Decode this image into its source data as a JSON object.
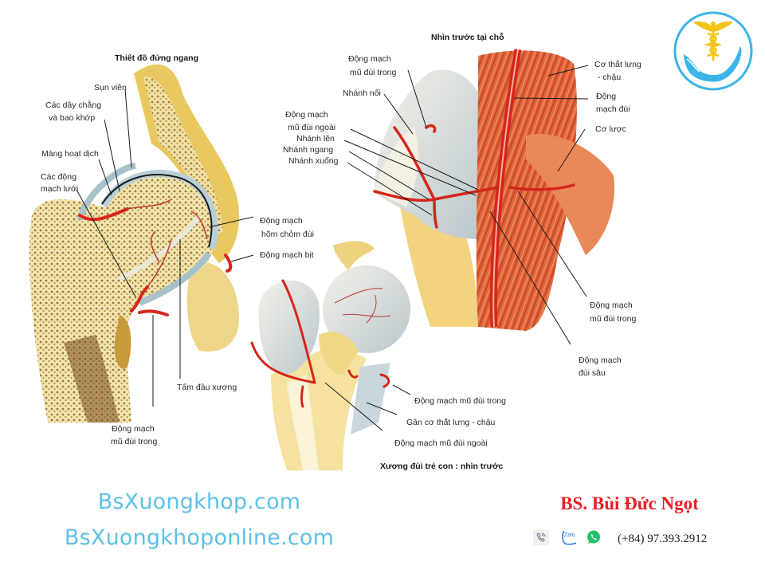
{
  "slide": {
    "background": "#ffffff",
    "logo": {
      "icon": "caduceus-hand-logo-icon",
      "ring_color": "#3bb4ea",
      "caduceus_color": "#f2c418",
      "hand_color": "#3bb4ea"
    }
  },
  "figures": {
    "coronal_section": {
      "title": "Thiết đồ đứng ngang",
      "labels": {
        "sun_vien": "Sụn viền",
        "day_chang_1": "Các dây chằng",
        "day_chang_2": "và bao khớp",
        "mang_hoat_dich": "Màng hoạt dịch",
        "dm_luoi_1": "Các động",
        "dm_luoi_2": "mạch lưới",
        "dm_hom_chom_1": "Động mạch",
        "dm_hom_chom_2": "hõm chỏm đùi",
        "dm_bit": "Động mạch bịt",
        "tam_dau_xuong": "Tấm đầu xương",
        "dm_mu_dui_trong_1": "Động mạch",
        "dm_mu_dui_trong_2": "mũ đùi trong"
      }
    },
    "anterior_in_situ": {
      "title": "Nhìn trước tại chỗ",
      "labels": {
        "dm_mu_dui_trong_1": "Động mạch",
        "dm_mu_dui_trong_2": "mũ đùi trong",
        "nhanh_noi": "Nhánh nối",
        "dm_mu_dui_ngoai_1": "Động mạch",
        "dm_mu_dui_ngoai_2": "mũ đùi ngoài",
        "nhanh_len": "Nhánh lên",
        "nhanh_ngang": "Nhánh ngang",
        "nhanh_xuong": "Nhánh xuống",
        "co_that_lung_1": "Cơ thắt lưng",
        "co_that_lung_2": "- chậu",
        "dm_dui_1": "Động",
        "dm_dui_2": "mạch đùi",
        "co_luoc": "Cơ lược",
        "dm_mu_dui_trong_b1": "Động mạch",
        "dm_mu_dui_trong_b2": "mũ đùi trong",
        "dm_dui_sau_1": "Động mạch",
        "dm_dui_sau_2": "đùi sâu"
      }
    },
    "child_femur": {
      "title": "Xương đùi trẻ con : nhìn trước",
      "labels": {
        "dm_mu_dui_trong": "Động mạch mũ đùi trong",
        "gan_co": "Gân cơ thắt lưng - chậu",
        "dm_mu_dui_ngoai": "Động mạch mũ đùi ngoài"
      }
    }
  },
  "footer": {
    "site_1": "BsXuongkhop.com",
    "site_2": "BsXuongkhoponline.com",
    "doctor_name": "BS. Bùi Đức Ngọt",
    "contact_icons": [
      "phone-icon",
      "zalo-icon",
      "whatsapp-icon"
    ],
    "zalo_text": "Zalo",
    "phone": "(+84) 97.393.2912",
    "site_color": "#5ec0e6",
    "doctor_color": "#ee1c24"
  }
}
